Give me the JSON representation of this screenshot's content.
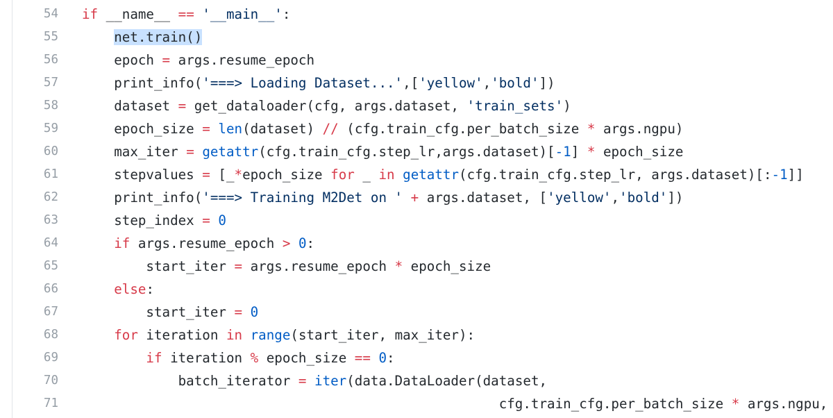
{
  "code_view": {
    "selection": "net.train()",
    "lines": [
      {
        "number": "54",
        "indent": "",
        "tokens": [
          [
            "kw",
            "if"
          ],
          [
            "plain",
            " __name__ "
          ],
          [
            "op",
            "=="
          ],
          [
            "plain",
            " "
          ],
          [
            "str",
            "'__main__'"
          ],
          [
            "plain",
            ":"
          ]
        ]
      },
      {
        "number": "55",
        "indent": "    ",
        "tokens": [
          [
            "sel",
            "net.train()"
          ]
        ]
      },
      {
        "number": "56",
        "indent": "    ",
        "tokens": [
          [
            "plain",
            "epoch "
          ],
          [
            "op",
            "="
          ],
          [
            "plain",
            " args.resume_epoch"
          ]
        ]
      },
      {
        "number": "57",
        "indent": "    ",
        "tokens": [
          [
            "plain",
            "print_info("
          ],
          [
            "str",
            "'===> Loading Dataset...'"
          ],
          [
            "plain",
            ",["
          ],
          [
            "str",
            "'yellow'"
          ],
          [
            "plain",
            ","
          ],
          [
            "str",
            "'bold'"
          ],
          [
            "plain",
            "])"
          ]
        ]
      },
      {
        "number": "58",
        "indent": "    ",
        "tokens": [
          [
            "plain",
            "dataset "
          ],
          [
            "op",
            "="
          ],
          [
            "plain",
            " get_dataloader(cfg, args.dataset, "
          ],
          [
            "str",
            "'train_sets'"
          ],
          [
            "plain",
            ")"
          ]
        ]
      },
      {
        "number": "59",
        "indent": "    ",
        "tokens": [
          [
            "plain",
            "epoch_size "
          ],
          [
            "op",
            "="
          ],
          [
            "plain",
            " "
          ],
          [
            "fn",
            "len"
          ],
          [
            "plain",
            "(dataset) "
          ],
          [
            "op",
            "//"
          ],
          [
            "plain",
            " (cfg.train_cfg.per_batch_size "
          ],
          [
            "op",
            "*"
          ],
          [
            "plain",
            " args.ngpu)"
          ]
        ]
      },
      {
        "number": "60",
        "indent": "    ",
        "tokens": [
          [
            "plain",
            "max_iter "
          ],
          [
            "op",
            "="
          ],
          [
            "plain",
            " "
          ],
          [
            "fn",
            "getattr"
          ],
          [
            "plain",
            "(cfg.train_cfg.step_lr,args.dataset)["
          ],
          [
            "num",
            "-1"
          ],
          [
            "plain",
            "] "
          ],
          [
            "op",
            "*"
          ],
          [
            "plain",
            " epoch_size"
          ]
        ]
      },
      {
        "number": "61",
        "indent": "    ",
        "tokens": [
          [
            "plain",
            "stepvalues "
          ],
          [
            "op",
            "="
          ],
          [
            "plain",
            " [_"
          ],
          [
            "op",
            "*"
          ],
          [
            "plain",
            "epoch_size "
          ],
          [
            "kw",
            "for"
          ],
          [
            "plain",
            " _ "
          ],
          [
            "kw",
            "in"
          ],
          [
            "plain",
            " "
          ],
          [
            "fn",
            "getattr"
          ],
          [
            "plain",
            "(cfg.train_cfg.step_lr, args.dataset)[:"
          ],
          [
            "num",
            "-1"
          ],
          [
            "plain",
            "]]"
          ]
        ]
      },
      {
        "number": "62",
        "indent": "    ",
        "tokens": [
          [
            "plain",
            "print_info("
          ],
          [
            "str",
            "'===> Training M2Det on '"
          ],
          [
            "plain",
            " "
          ],
          [
            "op",
            "+"
          ],
          [
            "plain",
            " args.dataset, ["
          ],
          [
            "str",
            "'yellow'"
          ],
          [
            "plain",
            ","
          ],
          [
            "str",
            "'bold'"
          ],
          [
            "plain",
            "])"
          ]
        ]
      },
      {
        "number": "63",
        "indent": "    ",
        "tokens": [
          [
            "plain",
            "step_index "
          ],
          [
            "op",
            "="
          ],
          [
            "plain",
            " "
          ],
          [
            "num",
            "0"
          ]
        ]
      },
      {
        "number": "64",
        "indent": "    ",
        "tokens": [
          [
            "kw",
            "if"
          ],
          [
            "plain",
            " args.resume_epoch "
          ],
          [
            "op",
            ">"
          ],
          [
            "plain",
            " "
          ],
          [
            "num",
            "0"
          ],
          [
            "plain",
            ":"
          ]
        ]
      },
      {
        "number": "65",
        "indent": "        ",
        "tokens": [
          [
            "plain",
            "start_iter "
          ],
          [
            "op",
            "="
          ],
          [
            "plain",
            " args.resume_epoch "
          ],
          [
            "op",
            "*"
          ],
          [
            "plain",
            " epoch_size"
          ]
        ]
      },
      {
        "number": "66",
        "indent": "    ",
        "tokens": [
          [
            "kw",
            "else"
          ],
          [
            "plain",
            ":"
          ]
        ]
      },
      {
        "number": "67",
        "indent": "        ",
        "tokens": [
          [
            "plain",
            "start_iter "
          ],
          [
            "op",
            "="
          ],
          [
            "plain",
            " "
          ],
          [
            "num",
            "0"
          ]
        ]
      },
      {
        "number": "68",
        "indent": "    ",
        "tokens": [
          [
            "kw",
            "for"
          ],
          [
            "plain",
            " iteration "
          ],
          [
            "kw",
            "in"
          ],
          [
            "plain",
            " "
          ],
          [
            "fn",
            "range"
          ],
          [
            "plain",
            "(start_iter, max_iter):"
          ]
        ]
      },
      {
        "number": "69",
        "indent": "        ",
        "tokens": [
          [
            "kw",
            "if"
          ],
          [
            "plain",
            " iteration "
          ],
          [
            "op",
            "%"
          ],
          [
            "plain",
            " epoch_size "
          ],
          [
            "op",
            "=="
          ],
          [
            "plain",
            " "
          ],
          [
            "num",
            "0"
          ],
          [
            "plain",
            ":"
          ]
        ]
      },
      {
        "number": "70",
        "indent": "            ",
        "tokens": [
          [
            "plain",
            "batch_iterator "
          ],
          [
            "op",
            "="
          ],
          [
            "plain",
            " "
          ],
          [
            "fn",
            "iter"
          ],
          [
            "plain",
            "(data.DataLoader(dataset,"
          ]
        ]
      },
      {
        "number": "71",
        "indent": "                                                    ",
        "tokens": [
          [
            "plain",
            "cfg.train_cfg.per_batch_size "
          ],
          [
            "op",
            "*"
          ],
          [
            "plain",
            " args.ngpu,"
          ]
        ]
      }
    ]
  }
}
